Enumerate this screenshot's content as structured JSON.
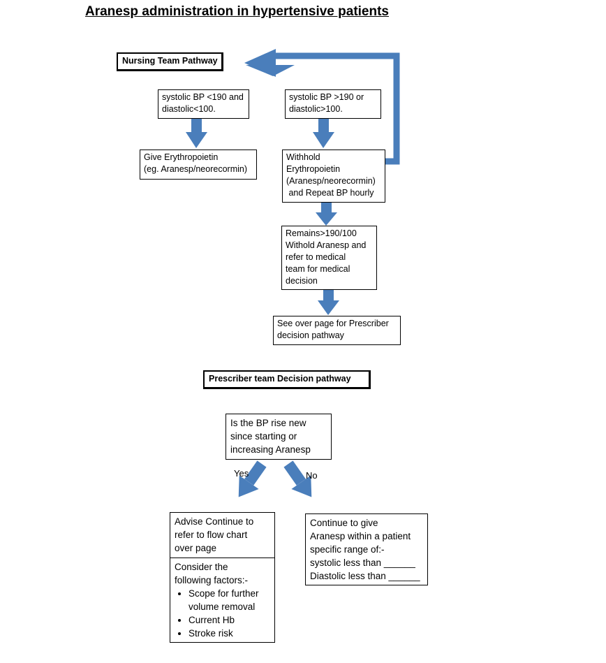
{
  "title": "Aranesp administration in hypertensive patients",
  "nursing": {
    "label": "Nursing Team Pathway",
    "low_bp": [
      "systolic BP <190 and",
      "diastolic<100."
    ],
    "high_bp": [
      "systolic BP >190 or",
      "diastolic>100."
    ],
    "give": [
      "Give Erythropoietin",
      "(eg. Aranesp/neorecormin)"
    ],
    "withhold": [
      "Withhold",
      "Erythropoietin",
      "(Aranesp/neorecormin)",
      " and Repeat BP hourly"
    ],
    "remains": [
      "Remains>190/100",
      "Withold Aranesp and",
      "refer to medical",
      "team for medical",
      "decision"
    ],
    "see_over": [
      "See over page for Prescriber",
      "decision pathway"
    ]
  },
  "prescriber": {
    "label": "Prescriber team Decision pathway",
    "question": [
      "Is the BP rise new",
      "since starting or",
      "increasing Aranesp"
    ],
    "yes_label": "Yes",
    "no_label": "No",
    "advise": [
      "Advise Continue to",
      "refer to flow chart",
      "over page"
    ],
    "consider_intro": [
      "Consider the",
      "following factors:-"
    ],
    "factors": [
      "Scope for further volume removal",
      "Current Hb",
      "Stroke risk"
    ],
    "continue": [
      "Continue to give",
      "Aranesp within a patient",
      "specific range of:-",
      "systolic less than ______",
      "Diastolic less than ______"
    ]
  },
  "colors": {
    "arrow": "#4a7ebb",
    "border": "#000000"
  }
}
